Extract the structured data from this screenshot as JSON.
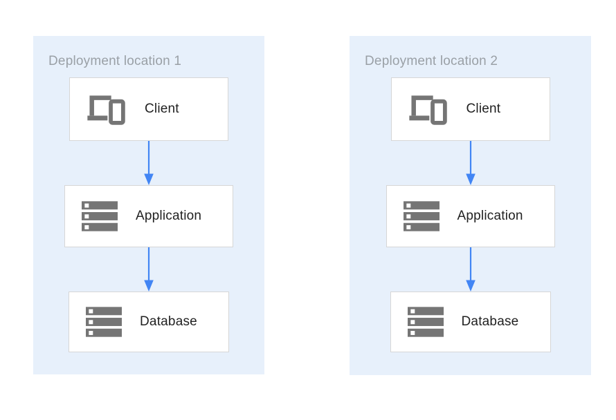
{
  "colors": {
    "panel_bg": "#E7F0FB",
    "box_border": "#D6D6D6",
    "box_bg": "#FFFFFF",
    "icon_gray": "#757575",
    "title_gray": "#9AA0A6",
    "label_dark": "#212121",
    "arrow_blue": "#4285F4"
  },
  "panels": [
    {
      "title": "Deployment location 1",
      "nodes": [
        {
          "label": "Client",
          "icon": "devices-icon"
        },
        {
          "label": "Application",
          "icon": "storage-icon"
        },
        {
          "label": "Database",
          "icon": "storage-icon"
        }
      ]
    },
    {
      "title": "Deployment location 2",
      "nodes": [
        {
          "label": "Client",
          "icon": "devices-icon"
        },
        {
          "label": "Application",
          "icon": "storage-icon"
        },
        {
          "label": "Database",
          "icon": "storage-icon"
        }
      ]
    }
  ]
}
